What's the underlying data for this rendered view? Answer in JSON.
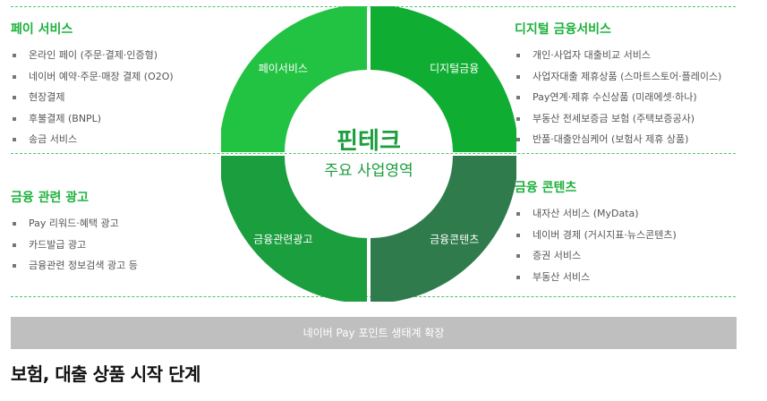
{
  "blocks": {
    "pay_services": {
      "title": "페이 서비스",
      "items": [
        "온라인 페이 (주문·결제·인증형)",
        "네이버 예약·주문·매장 결제 (O2O)",
        "현장결제",
        "후불결제 (BNPL)",
        "송금 서비스"
      ]
    },
    "digital_finance": {
      "title": "디지털 금융서비스",
      "items": [
        "개인·사업자 대출비교 서비스",
        "사업자대출 제휴상품 (스마트스토어·플레이스)",
        "Pay연계·제휴 수신상품 (미래에셋·하나)",
        "부동산 전세보증금 보험 (주택보증공사)",
        "반품·대출안심케어 (보험사 제휴 상품)"
      ]
    },
    "finance_ads": {
      "title": "금융 관련 광고",
      "items": [
        "Pay 리워드·혜택 광고",
        "카드발급 광고",
        "금융관련 정보검색 광고 등"
      ]
    },
    "finance_contents": {
      "title": "금융 콘텐츠",
      "items": [
        "내자산 서비스 (MyData)",
        "네이버 경제 (거시지표·뉴스콘텐츠)",
        "증권 서비스",
        "부동산 서비스"
      ]
    }
  },
  "wheel": {
    "center_line1": "핀테크",
    "center_line2": "주요 사업영역",
    "segments": [
      {
        "label": "페이서비스",
        "color": "#22c243"
      },
      {
        "label": "디지털금융",
        "color": "#10ad33"
      },
      {
        "label": "금융관련광고",
        "color": "#1b9e3e"
      },
      {
        "label": "금융콘텐츠",
        "color": "#2f7b4c"
      }
    ],
    "center_text_color": "#1b9e3e"
  },
  "banner": {
    "text": "네이버 Pay 포인트 생태계 확장"
  },
  "bottom_title": "보험, 대출 상품 시작 단계"
}
